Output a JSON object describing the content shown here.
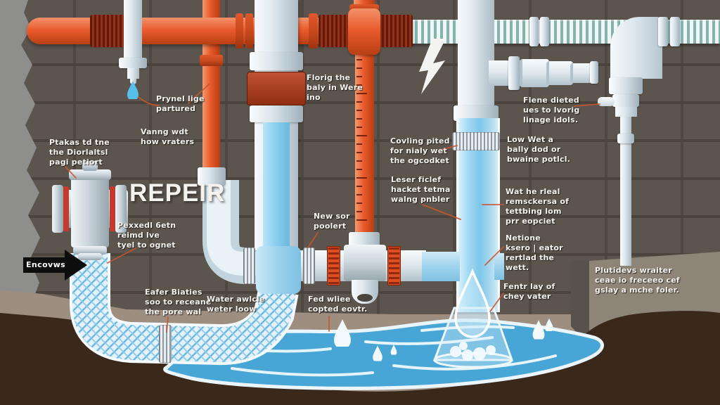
{
  "illustration": {
    "big_title": "REPEIR",
    "arrow_label": "Encovws",
    "labels": {
      "prynel": "Prynel lige\npartured",
      "vanng": "Vanng wdt\nhow vraters",
      "ptakas": "Ptakas td tne\nthe Diorlaltsl\npagi petiort",
      "florig": "Florig the\nbaly in Were\nino",
      "covling": "Covling pited\nfor nialy wet\nthe ogcodket",
      "leser": "Leser ficlef\nhacket tetma\nwalng pnbler",
      "newsor": "New sor\npoolert",
      "pexxedl": "Pexxedl 6etn\nreimd lve\ntyel to ognet",
      "eafer": "Eafer Biaties\nsoo to receane\nthe pore wal",
      "water_inside": "Water awlcie\nweter loow",
      "fedwliee": "Fed wliee\ncopted eovtr.",
      "fentr": "Fentr lay of\nchey vater",
      "wathe": "Wat he rleal\nremsckersa of\ntettbing lom\nprr eopciet",
      "netione": "Netione\nksero | eator\nrertlad the\nwett.",
      "plutidevs": "Plutidevs wraiter\nceae io freceeo cef\ngslay a mche foler.",
      "flene": "Flene dieted\nues to lvorig\nlinage idols.",
      "lowwet": "Low Wet a\nbally dod or\nbwaine potlcl."
    },
    "colors": {
      "pipe_orange": "#e85a2b",
      "pipe_white": "#e6edf2",
      "water_blue": "#47a6d6",
      "corrugated_red": "#7a2410",
      "hose_teal": "#6db8e0",
      "leader_line": "#c8552e",
      "soil_brown": "#3a281b",
      "wall_gray": "#5c554e"
    }
  }
}
